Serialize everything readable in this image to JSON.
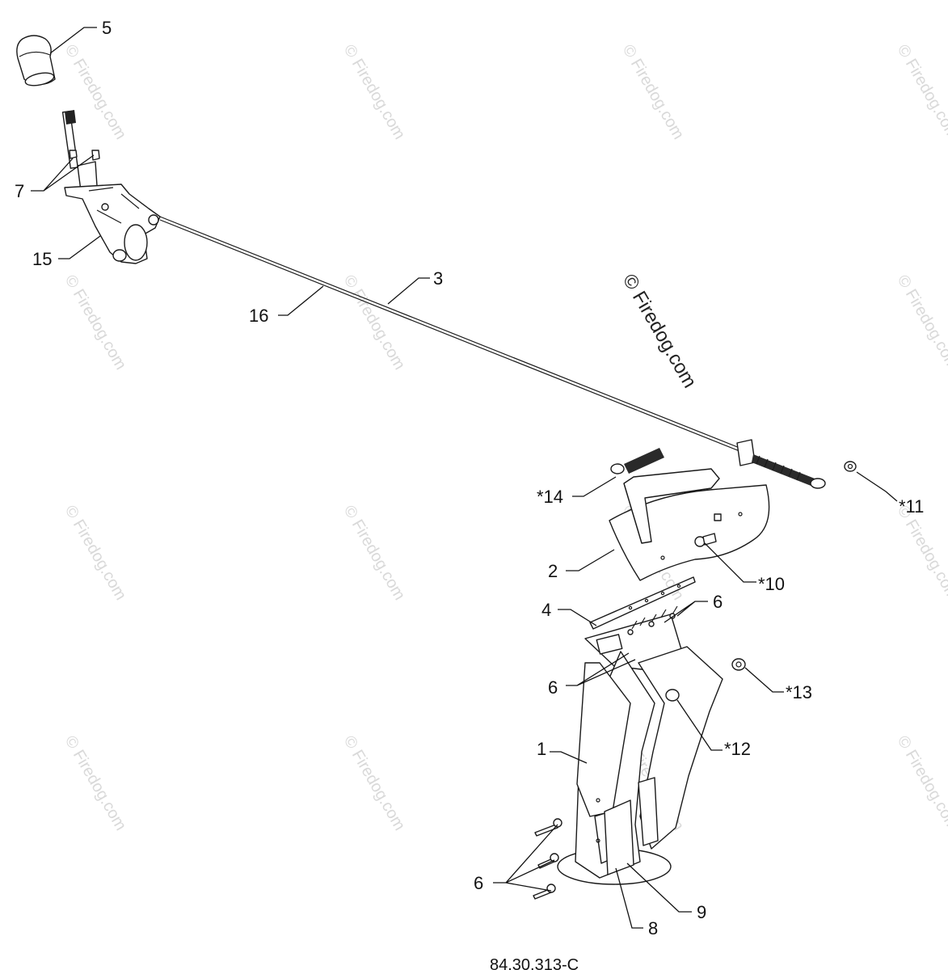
{
  "diagram": {
    "labels": {
      "l5": "5",
      "l7": "7",
      "l15": "15",
      "l16": "16",
      "l3": "3",
      "l14": "*14",
      "l11": "*11",
      "l2": "2",
      "l10": "*10",
      "l4": "4",
      "l6a": "6",
      "l6b": "6",
      "l6c": "6",
      "l13": "*13",
      "l12": "*12",
      "l1": "1",
      "l9": "9",
      "l8": "8"
    },
    "watermark_text": "© Firedog.com",
    "diagram_code": "84.30.313-C"
  }
}
